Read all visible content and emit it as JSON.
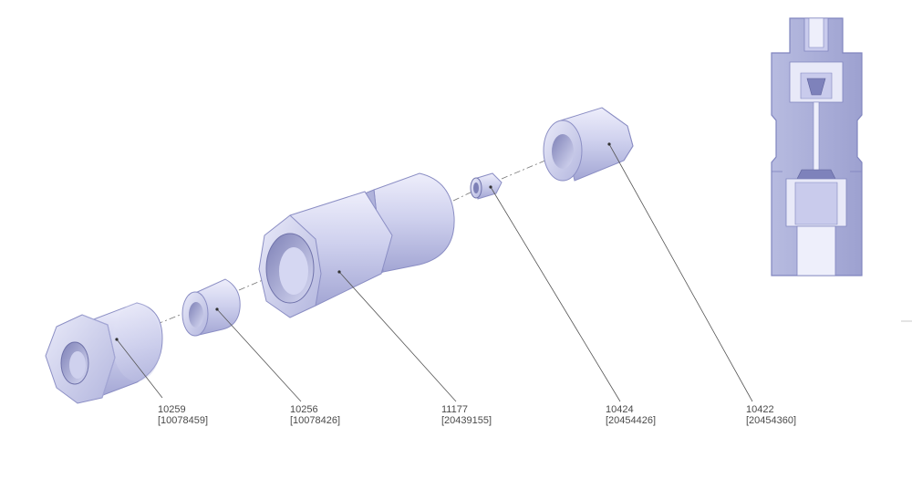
{
  "parts": [
    {
      "part_number": "10259",
      "order_code": "[10078459]"
    },
    {
      "part_number": "10256",
      "order_code": "[10078426]"
    },
    {
      "part_number": "11177",
      "order_code": "[20439155]"
    },
    {
      "part_number": "10424",
      "order_code": "[20454426]"
    },
    {
      "part_number": "10422",
      "order_code": "[20454360]"
    }
  ],
  "colors": {
    "metal_light": "#e2e3f6",
    "metal_mid": "#c4c6e8",
    "metal_dark": "#9ea0cf",
    "section_fill": "#a9add6",
    "leader_line": "#555555"
  }
}
